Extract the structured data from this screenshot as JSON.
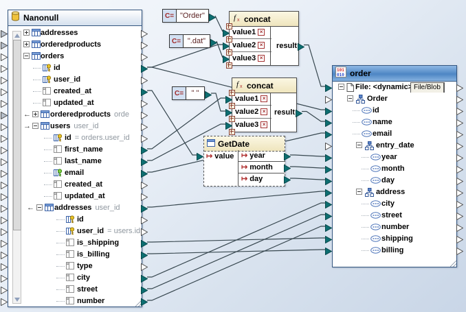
{
  "source_component": {
    "title": "Nanonull",
    "icon": "database-icon",
    "rows": [
      {
        "id": "addresses",
        "label": "addresses",
        "icon": "table-icon",
        "level": 0,
        "toggle": "plus",
        "input": "hatched",
        "output": "plain"
      },
      {
        "id": "orderedproducts",
        "label": "orderedproducts",
        "icon": "table-icon",
        "level": 0,
        "toggle": "plus",
        "input": "hatched",
        "output": "plain"
      },
      {
        "id": "orders",
        "label": "orders",
        "icon": "table-icon",
        "level": 0,
        "toggle": "minus",
        "input": "plain",
        "output": "plain"
      },
      {
        "id": "orders.id",
        "label": "id",
        "icon": "key-icon",
        "level": 1,
        "input": "plain",
        "output": "connected"
      },
      {
        "id": "orders.user_id",
        "label": "user_id",
        "icon": "key-icon",
        "level": 1,
        "input": "plain",
        "output": "plain"
      },
      {
        "id": "orders.created_at",
        "label": "created_at",
        "icon": "column-icon",
        "level": 1,
        "input": "plain",
        "output": "connected"
      },
      {
        "id": "orders.updated_at",
        "label": "updated_at",
        "icon": "column-icon",
        "level": 1,
        "input": "plain",
        "output": "plain"
      },
      {
        "id": "orders.orderedproducts",
        "label": "orderedproducts",
        "note": "orde",
        "icon": "table-icon",
        "level": 1,
        "toggle": "plus",
        "join": "left",
        "input": "hatched",
        "output": "plain"
      },
      {
        "id": "users",
        "label": "users",
        "note": "user_id",
        "icon": "table-icon",
        "level": 1,
        "toggle": "minus",
        "join": "right",
        "input": "plain",
        "output": "plain"
      },
      {
        "id": "users.id",
        "label": "id",
        "note": "= orders.user_id",
        "icon": "key-icon",
        "level": 2,
        "input": "plain",
        "output": "plain"
      },
      {
        "id": "users.first_name",
        "label": "first_name",
        "icon": "column-icon",
        "level": 2,
        "input": "plain",
        "output": "connected"
      },
      {
        "id": "users.last_name",
        "label": "last_name",
        "icon": "column-icon",
        "level": 2,
        "input": "plain",
        "output": "connected"
      },
      {
        "id": "users.email",
        "label": "email",
        "icon": "key-green-icon",
        "level": 2,
        "input": "plain",
        "output": "connected"
      },
      {
        "id": "users.created_at",
        "label": "created_at",
        "icon": "column-icon",
        "level": 2,
        "input": "plain",
        "output": "plain"
      },
      {
        "id": "users.updated_at",
        "label": "updated_at",
        "icon": "column-icon",
        "level": 2,
        "input": "plain",
        "output": "plain"
      },
      {
        "id": "addresses2",
        "label": "addresses",
        "note": "user_id",
        "icon": "table-icon",
        "level": 2,
        "toggle": "minus",
        "join": "left",
        "input": "plain",
        "output": "connected"
      },
      {
        "id": "addresses2.id",
        "label": "id",
        "icon": "key-icon",
        "level": 3,
        "input": "plain",
        "output": "plain"
      },
      {
        "id": "addresses2.user_id",
        "label": "user_id",
        "note": "= users.id",
        "icon": "key-icon",
        "level": 3,
        "input": "plain",
        "output": "plain"
      },
      {
        "id": "addresses2.is_shipping",
        "label": "is_shipping",
        "icon": "column-icon",
        "level": 3,
        "input": "plain",
        "output": "connected"
      },
      {
        "id": "addresses2.is_billing",
        "label": "is_billing",
        "icon": "column-icon",
        "level": 3,
        "input": "plain",
        "output": "connected"
      },
      {
        "id": "addresses2.type",
        "label": "type",
        "icon": "column-icon",
        "level": 3,
        "input": "plain",
        "output": "plain"
      },
      {
        "id": "addresses2.city",
        "label": "city",
        "icon": "column-icon",
        "level": 3,
        "input": "plain",
        "output": "connected"
      },
      {
        "id": "addresses2.street",
        "label": "street",
        "icon": "column-icon",
        "level": 3,
        "input": "plain",
        "output": "connected"
      },
      {
        "id": "addresses2.number",
        "label": "number",
        "icon": "column-icon",
        "level": 3,
        "input": "plain",
        "output": "connected"
      }
    ]
  },
  "constants": [
    {
      "id": "const.order",
      "prefix": "C=",
      "value": "\"Order\""
    },
    {
      "id": "const.dat",
      "prefix": "C=",
      "value": "\".dat\""
    },
    {
      "id": "const.space",
      "prefix": "C=",
      "value": "\" \""
    }
  ],
  "functions": [
    {
      "id": "concat1",
      "title": "concat",
      "icon": "fx-icon",
      "inputs": [
        "value1",
        "value2",
        "value3"
      ],
      "output": "result"
    },
    {
      "id": "concat2",
      "title": "concat",
      "icon": "fx-icon",
      "inputs": [
        "value1",
        "value2",
        "value3"
      ],
      "output": "result"
    }
  ],
  "user_function": {
    "id": "getdate",
    "title": "GetDate",
    "icon": "window-icon",
    "input": "value",
    "outputs": [
      "year",
      "month",
      "day"
    ]
  },
  "target_component": {
    "title": "order",
    "icon": "binary-icon",
    "rows": [
      {
        "id": "file",
        "label": "File: <dynamic>",
        "icon": "file-icon",
        "level": 0,
        "toggle": "minus",
        "input": "connected",
        "button": "File/Blob"
      },
      {
        "id": "Order",
        "label": "Order",
        "icon": "node-icon",
        "level": 1,
        "toggle": "minus",
        "input": "plain"
      },
      {
        "id": "id",
        "label": "id",
        "icon": "element-icon",
        "level": 2,
        "input": "connected"
      },
      {
        "id": "name",
        "label": "name",
        "icon": "element-icon",
        "level": 2,
        "input": "connected"
      },
      {
        "id": "email",
        "label": "email",
        "icon": "element-icon",
        "level": 2,
        "input": "connected"
      },
      {
        "id": "entry_date",
        "label": "entry_date",
        "icon": "node-icon",
        "level": 2,
        "toggle": "minus",
        "input": "plain"
      },
      {
        "id": "year",
        "label": "year",
        "icon": "element-icon",
        "level": 3,
        "input": "connected"
      },
      {
        "id": "month",
        "label": "month",
        "icon": "element-icon",
        "level": 3,
        "input": "connected"
      },
      {
        "id": "day",
        "label": "day",
        "icon": "element-icon",
        "level": 3,
        "input": "connected"
      },
      {
        "id": "address",
        "label": "address",
        "icon": "node-icon",
        "level": 2,
        "toggle": "minus",
        "input": "connected"
      },
      {
        "id": "city",
        "label": "city",
        "icon": "element-icon",
        "level": 3,
        "input": "connected"
      },
      {
        "id": "street",
        "label": "street",
        "icon": "element-icon",
        "level": 3,
        "input": "connected"
      },
      {
        "id": "number",
        "label": "number",
        "icon": "element-icon",
        "level": 3,
        "input": "connected"
      },
      {
        "id": "shipping",
        "label": "shipping",
        "icon": "element-icon",
        "level": 3,
        "input": "connected"
      },
      {
        "id": "billing",
        "label": "billing",
        "icon": "element-icon",
        "level": 3,
        "input": "connected"
      }
    ]
  },
  "connections": [
    {
      "from": "const.order",
      "to": "concat1.value1"
    },
    {
      "from": "source.orders.id",
      "to": "concat1.value2"
    },
    {
      "from": "const.dat",
      "to": "concat1.value3"
    },
    {
      "from": "concat1.result",
      "to": "target.file"
    },
    {
      "from": "source.orders.id",
      "to": "target.id"
    },
    {
      "from": "source.orders.created_at",
      "to": "getdate.value"
    },
    {
      "from": "source.users.first_name",
      "to": "concat2.value1"
    },
    {
      "from": "const.space",
      "to": "concat2.value2"
    },
    {
      "from": "source.users.last_name",
      "to": "concat2.value3"
    },
    {
      "from": "concat2.result",
      "to": "target.name"
    },
    {
      "from": "source.users.email",
      "to": "target.email"
    },
    {
      "from": "getdate.year",
      "to": "target.year"
    },
    {
      "from": "getdate.month",
      "to": "target.month"
    },
    {
      "from": "getdate.day",
      "to": "target.day"
    },
    {
      "from": "source.addresses2",
      "to": "target.address"
    },
    {
      "from": "source.addresses2.is_shipping",
      "to": "target.shipping"
    },
    {
      "from": "source.addresses2.is_billing",
      "to": "target.billing"
    },
    {
      "from": "source.addresses2.city",
      "to": "target.city"
    },
    {
      "from": "source.addresses2.street",
      "to": "target.street"
    },
    {
      "from": "source.addresses2.number",
      "to": "target.number"
    }
  ],
  "colors": {
    "connected_arrow": "#0d6e71",
    "connection_line": "#37474f",
    "target_header_blue": "#4e86c4",
    "function_header_yellow": "#f5efcf",
    "key_gold": "#e8c428",
    "key_green": "#55b82e"
  }
}
